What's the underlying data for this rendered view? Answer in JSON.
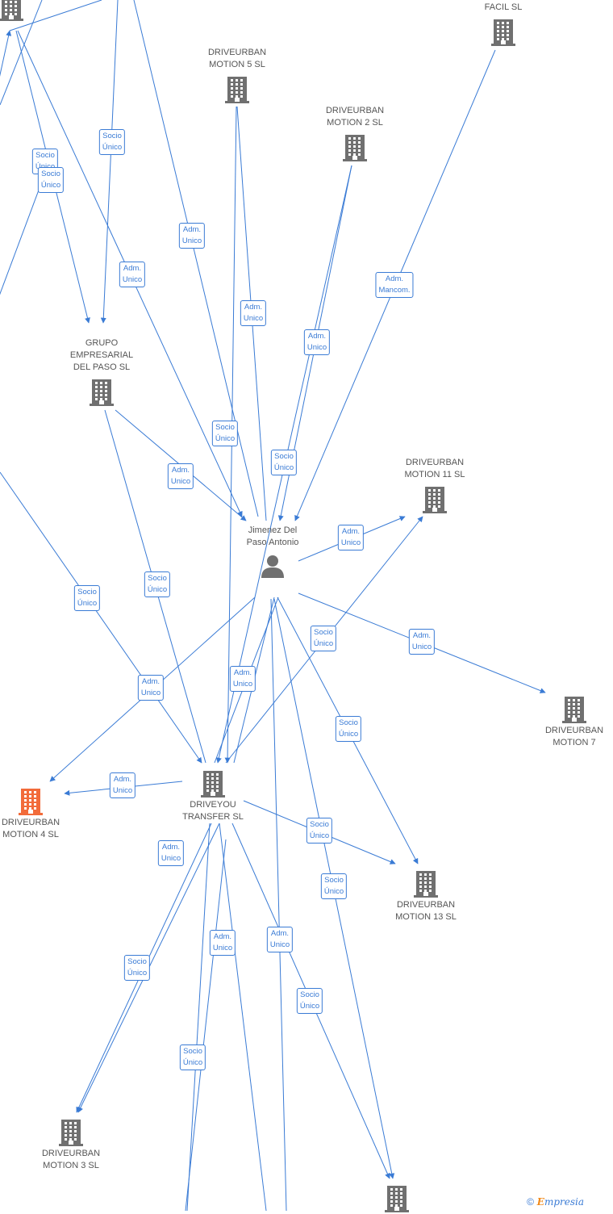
{
  "colors": {
    "edge": "#3a7bd5",
    "building": "#707070",
    "building_highlight": "#f26b3a",
    "person": "#707070"
  },
  "nodes": [
    {
      "id": "n_topleft",
      "label": "",
      "icon": "building-icon"
    },
    {
      "id": "n_facil",
      "label": "FACIL SL",
      "icon": "building-icon"
    },
    {
      "id": "n_m5",
      "label": "DRIVEURBAN MOTION 5  SL",
      "icon": "building-icon"
    },
    {
      "id": "n_m2",
      "label": "DRIVEURBAN MOTION 2  SL",
      "icon": "building-icon"
    },
    {
      "id": "n_grupo",
      "label": "GRUPO EMPRESARIAL DEL PASO  SL",
      "icon": "building-icon"
    },
    {
      "id": "n_m11",
      "label": "DRIVEURBAN MOTION 11  SL",
      "icon": "building-icon"
    },
    {
      "id": "n_person",
      "label": "Jimenez Del Paso Antonio",
      "icon": "person-icon"
    },
    {
      "id": "n_m7",
      "label": "DRIVEURBAN MOTION 7",
      "icon": "building-icon"
    },
    {
      "id": "n_m4",
      "label": "DRIVEURBAN MOTION 4  SL",
      "icon": "building-icon",
      "highlight": true
    },
    {
      "id": "n_transfer",
      "label": "DRIVEYOU TRANSFER  SL",
      "icon": "building-icon"
    },
    {
      "id": "n_m13",
      "label": "DRIVEURBAN MOTION 13  SL",
      "icon": "building-icon"
    },
    {
      "id": "n_m3",
      "label": "DRIVEURBAN MOTION 3  SL",
      "icon": "building-icon"
    },
    {
      "id": "n_bottom",
      "label": "",
      "icon": "building-icon"
    }
  ],
  "edge_labels": [
    {
      "id": "e1",
      "text": "Socio Único"
    },
    {
      "id": "e2",
      "text": "Socio Único"
    },
    {
      "id": "e3",
      "text": "Socio Único"
    },
    {
      "id": "e4",
      "text": "Adm. Unico"
    },
    {
      "id": "e5",
      "text": "Adm. Unico"
    },
    {
      "id": "e6",
      "text": "Adm. Unico"
    },
    {
      "id": "e7",
      "text": "Adm. Mancom."
    },
    {
      "id": "e8",
      "text": "Adm. Unico"
    },
    {
      "id": "e9",
      "text": "Socio Único"
    },
    {
      "id": "e10",
      "text": "Socio Único"
    },
    {
      "id": "e11",
      "text": "Adm. Unico"
    },
    {
      "id": "e12",
      "text": "Adm. Unico"
    },
    {
      "id": "e13",
      "text": "Socio Único"
    },
    {
      "id": "e14",
      "text": "Socio Único"
    },
    {
      "id": "e15",
      "text": "Socio Único"
    },
    {
      "id": "e16",
      "text": "Adm. Unico"
    },
    {
      "id": "e17",
      "text": "Adm. Unico"
    },
    {
      "id": "e18",
      "text": "Adm. Unico"
    },
    {
      "id": "e19",
      "text": "Socio Único"
    },
    {
      "id": "e20",
      "text": "Adm. Unico"
    },
    {
      "id": "e21",
      "text": "Socio Único"
    },
    {
      "id": "e22",
      "text": "Adm. Unico"
    },
    {
      "id": "e23",
      "text": "Socio Único"
    },
    {
      "id": "e24",
      "text": "Adm. Unico"
    },
    {
      "id": "e25",
      "text": "Adm. Unico"
    },
    {
      "id": "e26",
      "text": "Socio Único"
    },
    {
      "id": "e27",
      "text": "Socio Único"
    },
    {
      "id": "e28",
      "text": "Socio Único"
    }
  ],
  "brand": {
    "copyright": "©",
    "first": "E",
    "rest": "mpresia"
  }
}
